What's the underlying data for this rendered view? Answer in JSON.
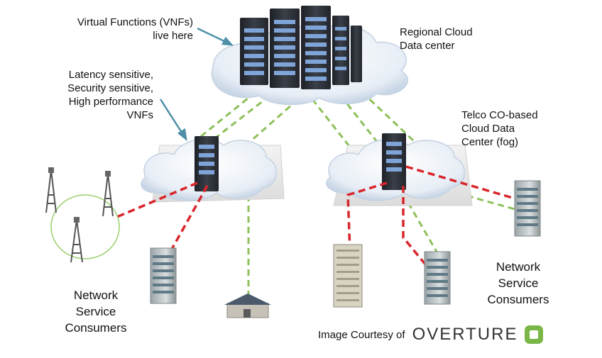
{
  "labels": {
    "vnf_line1": "Virtual Functions (VNFs)",
    "vnf_line2": "live here",
    "regional_line1": "Regional Cloud",
    "regional_line2": "Data center",
    "latency_line1": "Latency sensitive,",
    "latency_line2": "Security sensitive,",
    "latency_line3": "High performance",
    "latency_line4": "VNFs",
    "telco_line1": "Telco CO-based",
    "telco_line2": "Cloud Data",
    "telco_line3": "Center (fog)",
    "consumers_left_line1": "Network",
    "consumers_left_line2": "Service",
    "consumers_left_line3": "Consumers",
    "consumers_right_line1": "Network",
    "consumers_right_line2": "Service",
    "consumers_right_line3": "Consumers"
  },
  "courtesy": {
    "text": "Image Courtesy of",
    "brand": "OVERTURE"
  },
  "colors": {
    "cloud": "#eef3f8",
    "green_link": "#8dc05a",
    "red_link": "#d9262b",
    "rack": "#2b2f36",
    "rack_light": "#7fa4d8"
  }
}
